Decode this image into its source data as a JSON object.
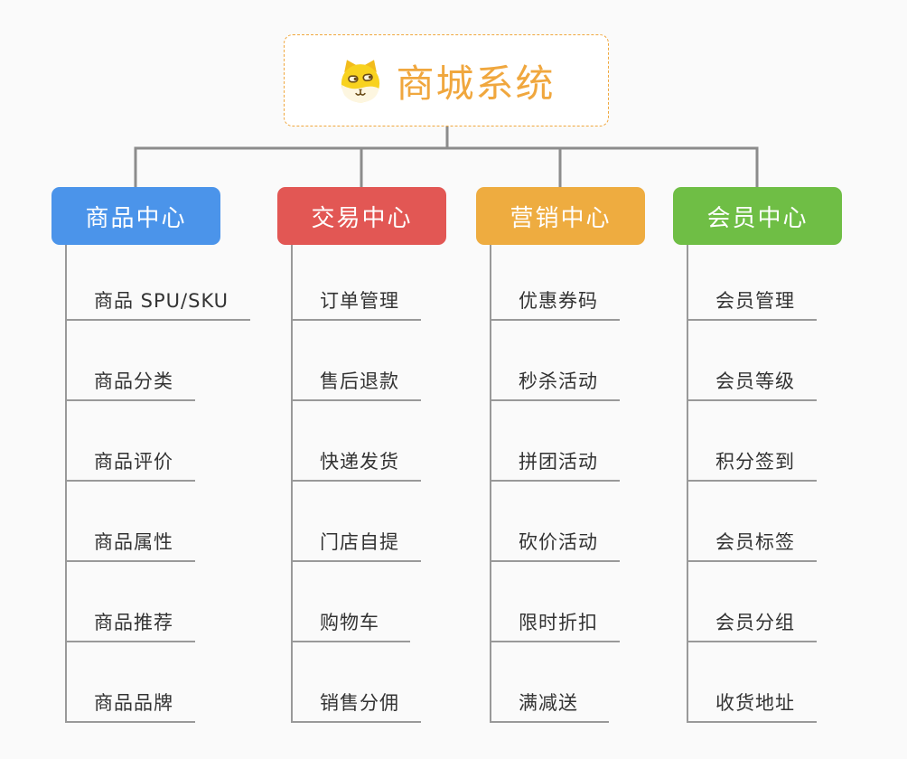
{
  "root": {
    "title": "商城系统",
    "icon": "dog-face-icon"
  },
  "branches": [
    {
      "label": "商品中心",
      "color": "#4B94EA",
      "items": [
        "商品 SPU/SKU",
        "商品分类",
        "商品评价",
        "商品属性",
        "商品推荐",
        "商品品牌"
      ]
    },
    {
      "label": "交易中心",
      "color": "#E25754",
      "items": [
        "订单管理",
        "售后退款",
        "快递发货",
        "门店自提",
        "购物车",
        "销售分佣"
      ]
    },
    {
      "label": "营销中心",
      "color": "#EEAC40",
      "items": [
        "优惠券码",
        "秒杀活动",
        "拼团活动",
        "砍价活动",
        "限时折扣",
        "满减送"
      ]
    },
    {
      "label": "会员中心",
      "color": "#6FBE45",
      "items": [
        "会员管理",
        "会员等级",
        "积分签到",
        "会员标签",
        "会员分组",
        "收货地址"
      ]
    }
  ],
  "colors": {
    "accent": "#F0A73E",
    "connector": "#8C8C8C",
    "line": "#999999",
    "leaf_text": "#333333",
    "background": "#FAFAFA"
  }
}
